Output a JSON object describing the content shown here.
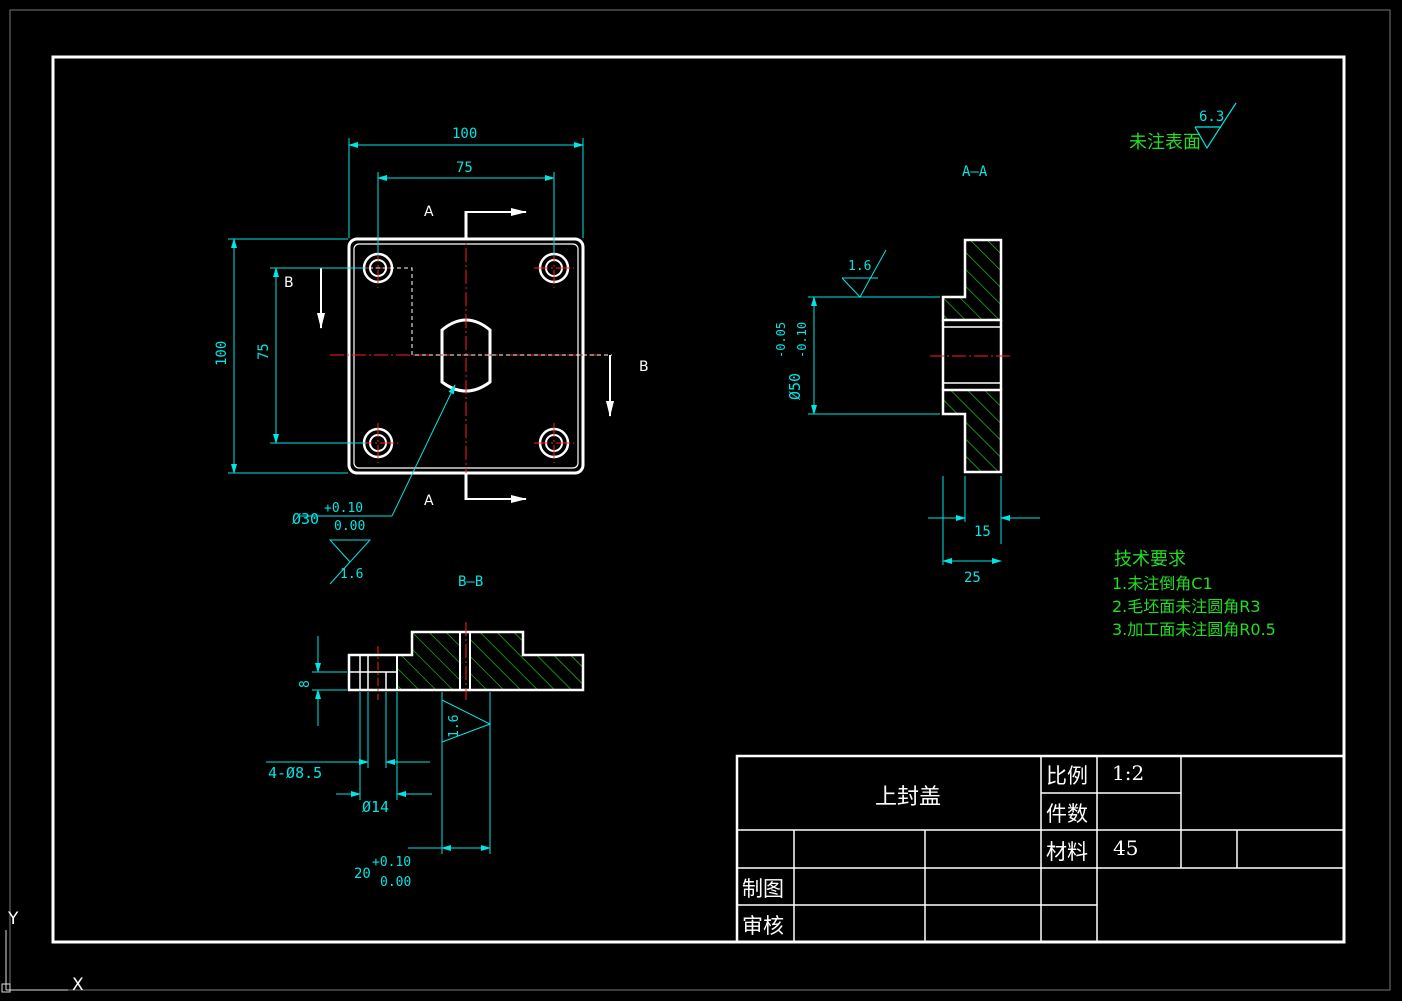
{
  "sheet": {
    "part_name": "上封盖",
    "scale_label": "比例",
    "scale_value": "1:2",
    "count_label": "件数",
    "material_label": "材料",
    "material_value": "45",
    "drawn_label": "制图",
    "checked_label": "审核"
  },
  "roughness_note": {
    "label": "未注表面",
    "value": "6.3"
  },
  "views": {
    "top": {
      "dim_width_outer": "100",
      "dim_width_holes": "75",
      "dim_height_outer": "100",
      "dim_height_holes": "75",
      "section_A": "A",
      "section_B": "B",
      "bore_dia": "Ø30",
      "bore_tol_upper": "+0.10",
      "bore_tol_lower": "0.00",
      "bore_roughness": "1.6"
    },
    "section_aa": {
      "title": "A—A",
      "roughness": "1.6",
      "dia_label": "Ø50",
      "dia_tol_upper": "-0.05",
      "dia_tol_lower": "-0.10",
      "dim_15": "15",
      "dim_25": "25"
    },
    "section_bb": {
      "title": "B—B",
      "dim_8": "8",
      "hole_dia": "4-Ø8.5",
      "cb_dia": "Ø14",
      "dim_20": "20",
      "dim_20_upper": "+0.10",
      "dim_20_lower": "0.00",
      "roughness": "1.6"
    }
  },
  "tech_requirements": {
    "title": "技术要求",
    "items": [
      "1.未注倒角C1",
      "2.毛坯面未注圆角R3",
      "3.加工面未注圆角R0.5"
    ]
  },
  "ucs": {
    "x": "X",
    "y": "Y"
  },
  "colors": {
    "background": "#000000",
    "outline": "#ffffff",
    "dimension": "#00e5e5",
    "centerline": "#ff2020",
    "hatch": "#22dd22",
    "notes": "#22dd22"
  }
}
